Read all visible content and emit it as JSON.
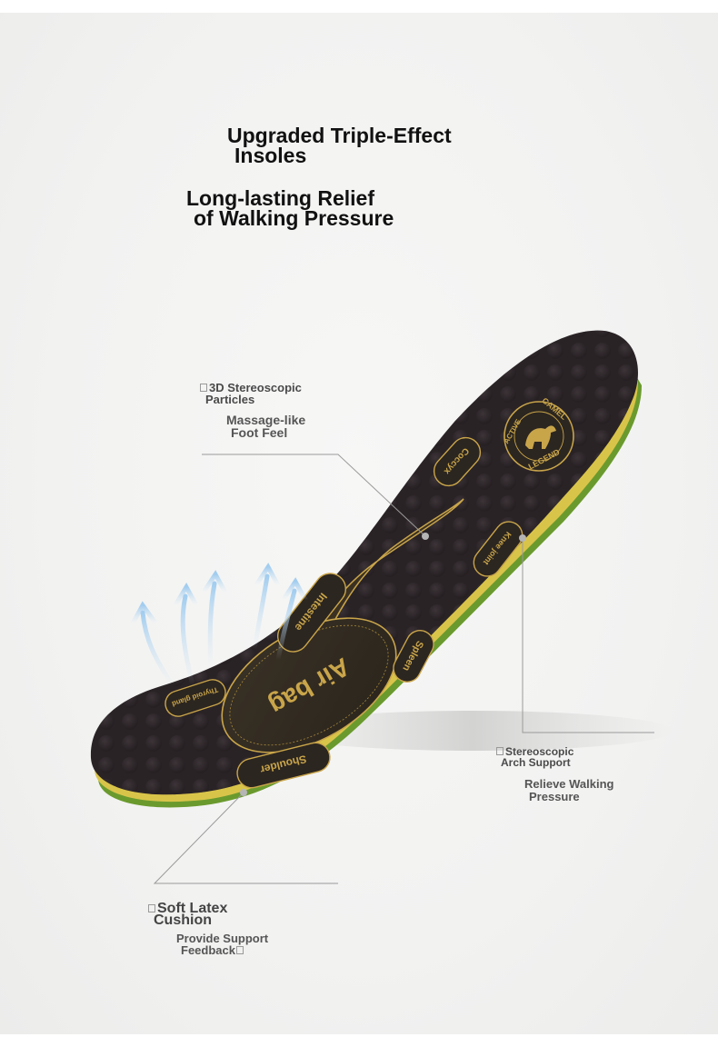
{
  "headline": {
    "line1": "Upgraded Triple-Effect",
    "line2": "Insoles"
  },
  "subheadline": {
    "line1": "Long-lasting Relief",
    "line2": "of Walking Pressure"
  },
  "callouts": {
    "particles": {
      "title1": "3D Stereoscopic",
      "title2": "Particles",
      "sub1": "Massage-like",
      "sub2": "Foot Feel"
    },
    "arch": {
      "title1": "Stereoscopic",
      "title2": "Arch Support",
      "sub1": "Relieve Walking",
      "sub2": "Pressure"
    },
    "latex": {
      "title1": "Soft Latex",
      "title2": "Cushion",
      "sub1": "Provide Support",
      "sub2": "Feedback"
    }
  },
  "insole_labels": {
    "air_bag": "Air bag",
    "shoulder": "Shoulder",
    "spleen": "Spleen",
    "intestine": "Intestine",
    "knee_joint": "Knee joint",
    "coccyx": "Coccyx",
    "thyroid": "Thyroid gland",
    "brand_top": "CAMEL",
    "brand_left": "ACTIVE",
    "brand_bottom": "LEGEND"
  },
  "colors": {
    "insole_top": "#2a2326",
    "insole_gold": "#c9a54a",
    "foam_green": "#6a9a2e",
    "foam_yellow": "#d9c44a",
    "leader_line": "#9a9a9a"
  }
}
